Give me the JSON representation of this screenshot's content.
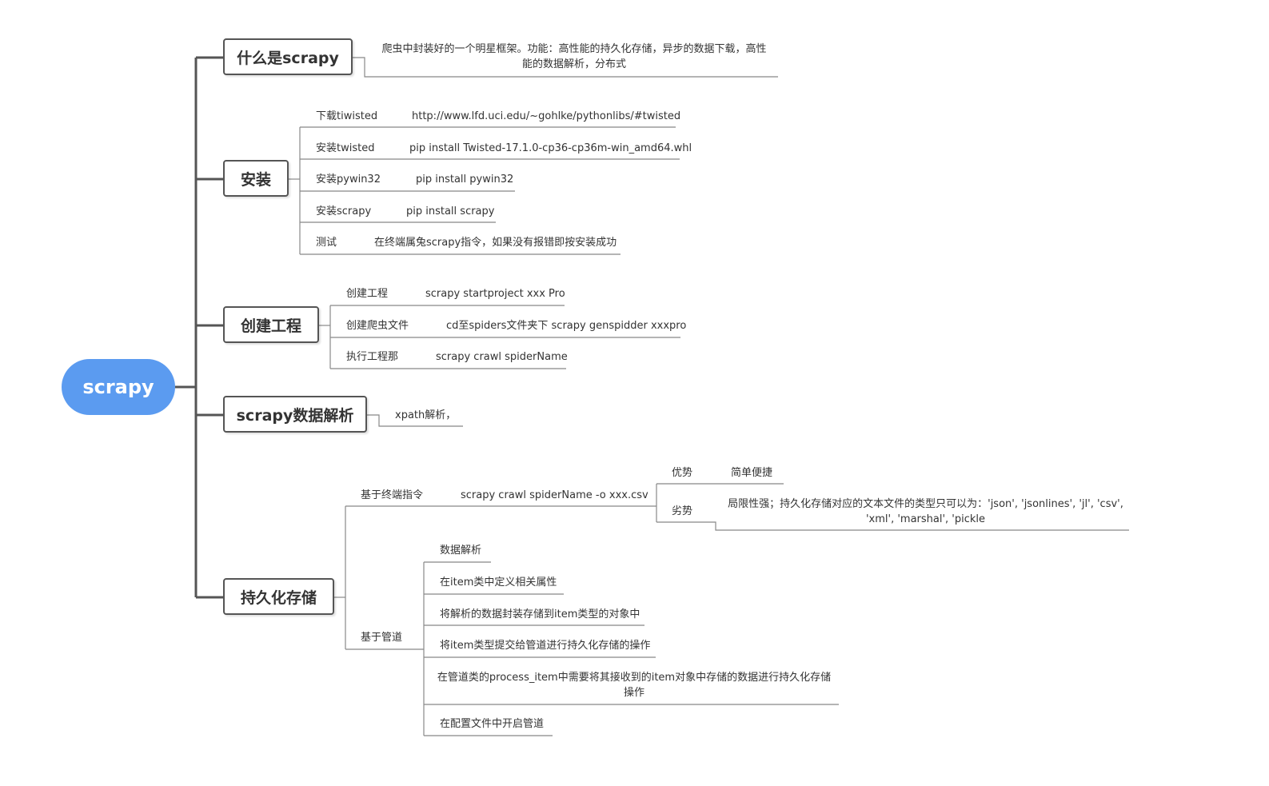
{
  "root": "scrapy",
  "topics": {
    "what": {
      "title": "什么是scrapy",
      "desc1": "爬虫中封装好的一个明星框架。功能：高性能的持久化存储，异步的数据下载，高性",
      "desc2": "能的数据解析，分布式"
    },
    "install": {
      "title": "安装",
      "items": [
        {
          "label": "下载tiwisted",
          "value": "http://www.lfd.uci.edu/~gohlke/pythonlibs/#twisted"
        },
        {
          "label": "安装twisted",
          "value": "pip install Twisted-17.1.0-cp36-cp36m-win_amd64.whl"
        },
        {
          "label": "安装pywin32",
          "value": "pip install pywin32"
        },
        {
          "label": "安装scrapy",
          "value": "pip install scrapy"
        },
        {
          "label": "测试",
          "value": "在终端属兔scrapy指令，如果没有报错即按安装成功"
        }
      ]
    },
    "project": {
      "title": "创建工程",
      "items": [
        {
          "label": "创建工程",
          "value": "scrapy startproject xxx Pro"
        },
        {
          "label": "创建爬虫文件",
          "value": "cd至spiders文件夹下 scrapy genspidder xxxpro"
        },
        {
          "label": "执行工程那",
          "value": "scrapy crawl spiderName"
        }
      ]
    },
    "parse": {
      "title": "scrapy数据解析",
      "desc": "xpath解析，"
    },
    "storage": {
      "title": "持久化存储",
      "terminal": {
        "label": "基于终端指令",
        "command": "scrapy crawl spiderName -o xxx.csv",
        "adv_label": "优势",
        "adv_value": "简单便捷",
        "dis_label": "劣势",
        "dis_value1": "局限性强；持久化存储对应的文本文件的类型只可以为：'json', 'jsonlines', 'jl', 'csv',",
        "dis_value2": "'xml', 'marshal', 'pickle"
      },
      "pipeline": {
        "label": "基于管道",
        "steps": [
          "数据解析",
          "在item类中定义相关属性",
          "将解析的数据封装存储到item类型的对象中",
          "将item类型提交给管道进行持久化存储的操作",
          "在管道类的process_item中需要将其接收到的item对象中存储的数据进行持久化存储",
          "操作",
          "在配置文件中开启管道"
        ]
      }
    }
  },
  "colors": {
    "root": "#5b9bf0",
    "line": "#555555",
    "thin": "#888888"
  }
}
